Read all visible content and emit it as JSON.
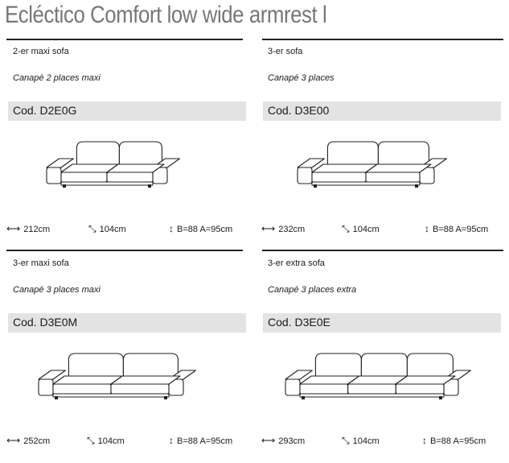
{
  "page": {
    "title": "Ecléctico Comfort low wide armrest l"
  },
  "cards": [
    {
      "en": "2-er maxi sofa",
      "fr": "Canapé 2 places maxi",
      "code": "Cod. D2E0G",
      "width": "212cm",
      "depth": "104cm",
      "height": "B=88 A=95cm",
      "seats": 2
    },
    {
      "en": "3-er sofa",
      "fr": "Canapé 3 places",
      "code": "Cod. D3E00",
      "width": "232cm",
      "depth": "104cm",
      "height": "B=88 A=95cm",
      "seats": 2
    },
    {
      "en": "3-er maxi sofa",
      "fr": "Canapé 3 places maxi",
      "code": "Cod. D3E0M",
      "width": "252cm",
      "depth": "104cm",
      "height": "B=88 A=95cm",
      "seats": 2
    },
    {
      "en": "3-er extra sofa",
      "fr": "Canapé 3 places extra",
      "code": "Cod. D3E0E",
      "width": "293cm",
      "depth": "104cm",
      "height": "B=88 A=95cm",
      "seats": 3
    }
  ],
  "icons": {
    "width": "arrow-left-right-icon",
    "depth": "arrow-diagonal-icon",
    "height": "arrow-up-down-icon"
  }
}
